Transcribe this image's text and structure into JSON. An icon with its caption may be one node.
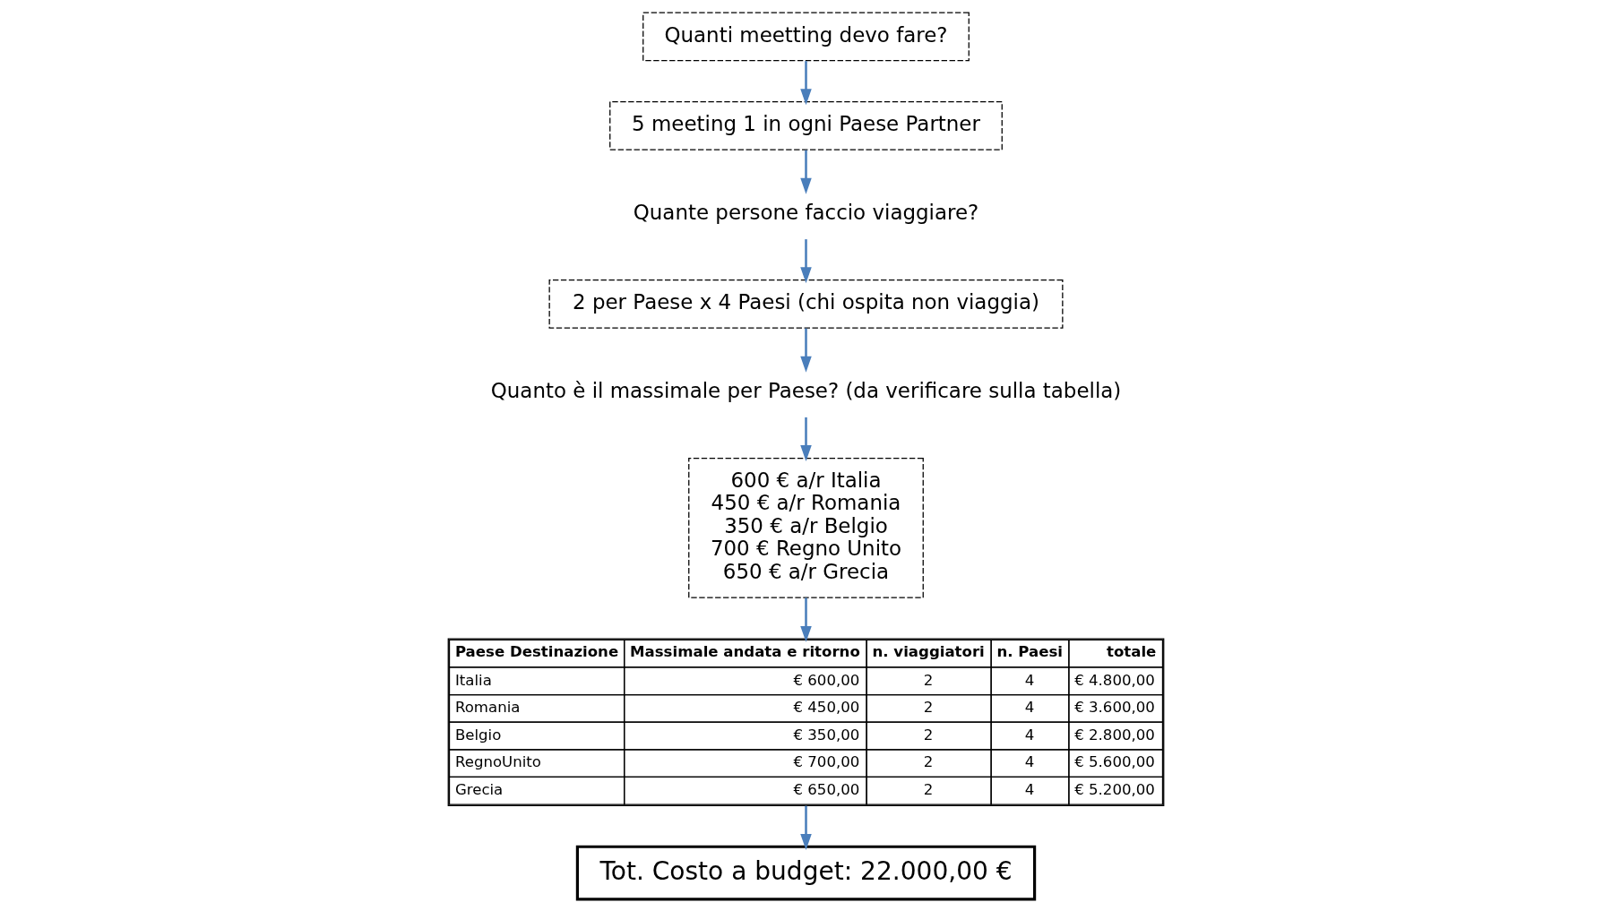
{
  "diagram": {
    "nodes": [
      {
        "text": [
          "Quanti meetting devo fare?"
        ]
      },
      {
        "text": [
          "5 meeting 1 in ogni Paese Partner"
        ]
      },
      {
        "text": [
          "Quante persone faccio viaggiare?"
        ]
      },
      {
        "text": [
          "2 per Paese x 4 Paesi (chi ospita non viaggia)"
        ]
      },
      {
        "text": [
          "Quanto è il massimale per Paese? (da verificare sulla tabella)"
        ]
      },
      {
        "text": [
          "600 € a/r Italia",
          "450 € a/r Romania",
          "350 € a/r Belgio",
          "700 € Regno Unito",
          "650 € a/r Grecia"
        ]
      },
      {
        "text": [
          "Paese Destinazione",
          "Massimale andata e ritorno",
          "n. viaggiatori",
          "n. Paesi",
          "totale",
          "Italia",
          "€ 600,00",
          "2",
          "4",
          "€ 4.800,00",
          "Romania",
          "€ 450,00",
          "2",
          "4",
          "€ 3.600,00",
          "Belgio",
          "€ 350,00",
          "2",
          "4",
          "€ 2.800,00",
          "RegnoUnito",
          "€ 700,00",
          "2",
          "4",
          "€ 5.600,00",
          "Grecia",
          "€ 650,00",
          "2",
          "4",
          "€ 5.200,00"
        ]
      },
      {
        "text": [
          "Tot. Costo a budget: 22.000,00 €"
        ]
      }
    ],
    "edges": [
      {
        "from": 0,
        "to": 1,
        "arrow": "to"
      },
      {
        "from": 1,
        "to": 2,
        "arrow": "to"
      },
      {
        "from": 2,
        "to": 3,
        "arrow": "to"
      },
      {
        "from": 3,
        "to": 4,
        "arrow": "to"
      },
      {
        "from": 4,
        "to": 5,
        "arrow": "to"
      },
      {
        "from": 5,
        "to": 6,
        "arrow": "to"
      },
      {
        "from": 6,
        "to": 7,
        "arrow": "to"
      }
    ]
  }
}
